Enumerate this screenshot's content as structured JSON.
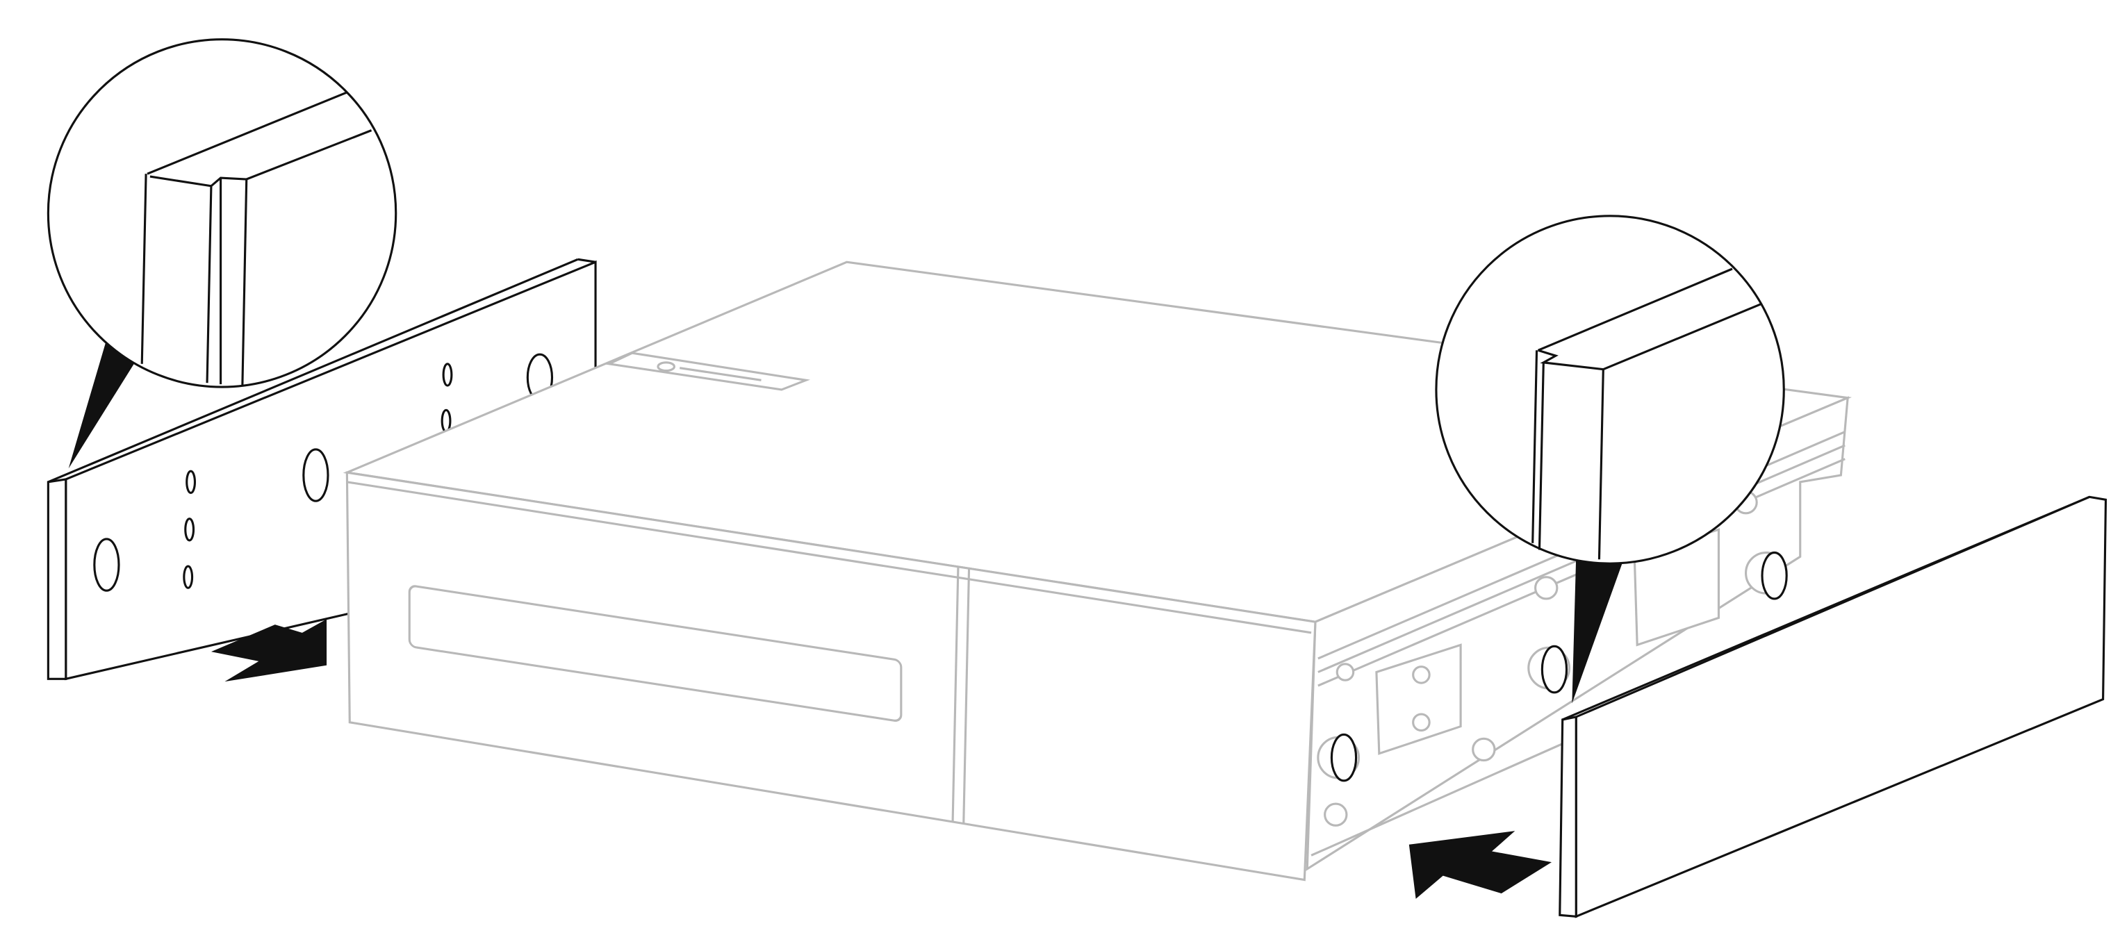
{
  "diagram": {
    "description_labels": [],
    "colors": {
      "device_outline": "#b8b8b8",
      "panel_outline": "#111111",
      "arrow_fill": "#111111",
      "background": "#ffffff"
    },
    "icons": [
      "arrow-right-icon",
      "arrow-left-icon",
      "magnifier-detail-left",
      "magnifier-detail-right",
      "brand-logo-plate"
    ]
  }
}
